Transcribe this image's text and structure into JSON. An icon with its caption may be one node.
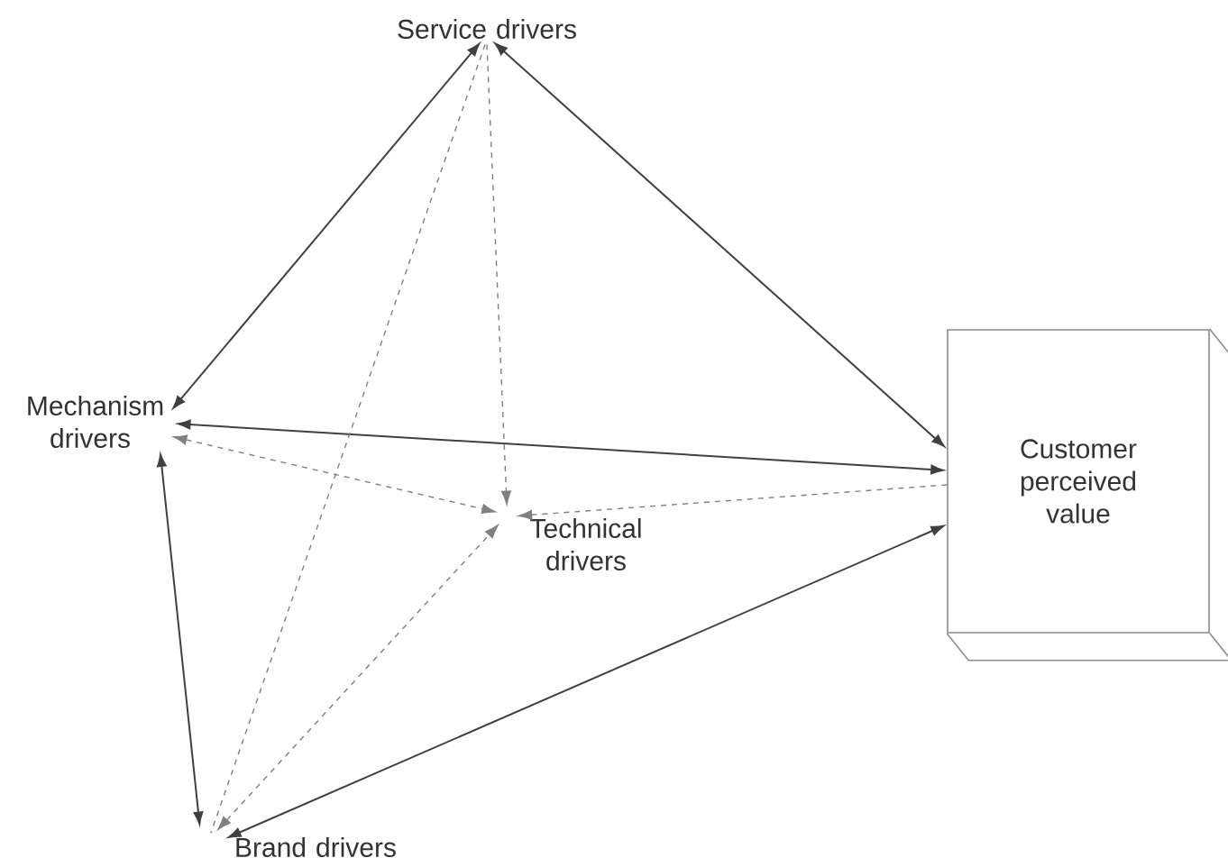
{
  "diagram": {
    "nodes": [
      {
        "text": [
          "Service drivers"
        ]
      },
      {
        "text": [
          "Mechanism drivers"
        ]
      },
      {
        "text": [
          "Technical drivers"
        ]
      },
      {
        "text": [
          "Brand drivers"
        ]
      },
      {
        "text": [
          "Customer perceived value"
        ]
      }
    ],
    "edges": [
      {
        "from": 0,
        "to": 1,
        "arrow": "both"
      },
      {
        "from": 0,
        "to": 4,
        "arrow": "both"
      },
      {
        "from": 1,
        "to": 4,
        "arrow": "both"
      },
      {
        "from": 3,
        "to": 4,
        "arrow": "both"
      },
      {
        "from": 1,
        "to": 3,
        "arrow": "both"
      },
      {
        "from": 0,
        "to": 2,
        "arrow": "to",
        "style": "dashed"
      },
      {
        "from": 0,
        "to": 3,
        "arrow": "none",
        "style": "dashed"
      },
      {
        "from": 1,
        "to": 2,
        "arrow": "both",
        "style": "dashed"
      },
      {
        "from": 3,
        "to": 2,
        "arrow": "both",
        "style": "dashed"
      },
      {
        "from": 4,
        "to": 2,
        "arrow": "to",
        "style": "dashed"
      }
    ]
  }
}
